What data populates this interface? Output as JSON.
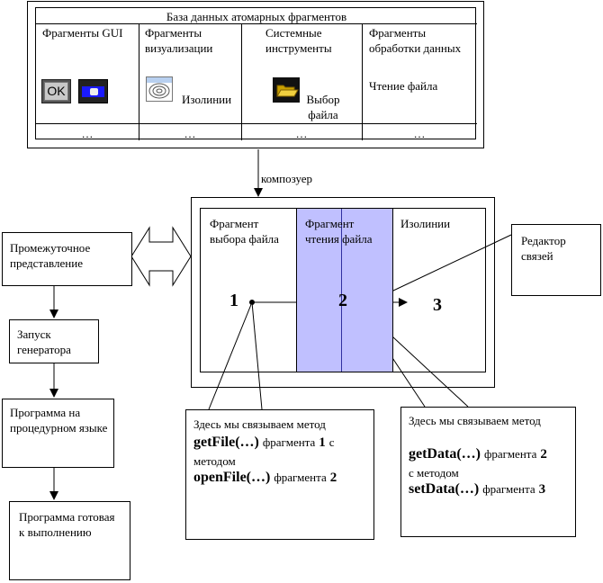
{
  "database": {
    "title": "База данных атомарных фрагментов",
    "columns": [
      {
        "header": "Фрагменты GUI"
      },
      {
        "header": "Фрагменты визуализации",
        "content": "Изолинии"
      },
      {
        "header": "Системные инструменты",
        "content": "Выбор файла"
      },
      {
        "header": "Фрагменты обработки данных",
        "content": "Чтение файла"
      }
    ],
    "ok_button_label": "OK",
    "ellipsis": "…"
  },
  "composer_label": "композуер",
  "composer": {
    "fragment_1": "Фрагмент выбора файла",
    "fragment_2": "Фрагмент чтения файла",
    "fragment_3": "Изолинии",
    "num_1": "1",
    "num_2": "2",
    "num_3": "3",
    "highlight_color": "#c0c0ff"
  },
  "link_editor": "Редактор связей",
  "pipeline": {
    "intermediate": "Промежуточное представление",
    "generator": "Запуск генератора",
    "procedural": "Программа на процедурном языке",
    "ready": "Программа готовая к выполнению"
  },
  "note_left": {
    "line1": "Здесь мы связываем метод",
    "method1": "getFile(…)",
    "frag_word": "фрагмента",
    "num1": "1",
    "with": "с",
    "method_word": "методом",
    "method2": "openFile(…)",
    "num2": "2"
  },
  "note_right": {
    "line1": "Здесь мы связываем метод",
    "method1": "getData(…)",
    "frag_word": "фрагмента",
    "num1": "2",
    "with_method": "с методом",
    "method2": "setData(…)",
    "num2": "3"
  }
}
